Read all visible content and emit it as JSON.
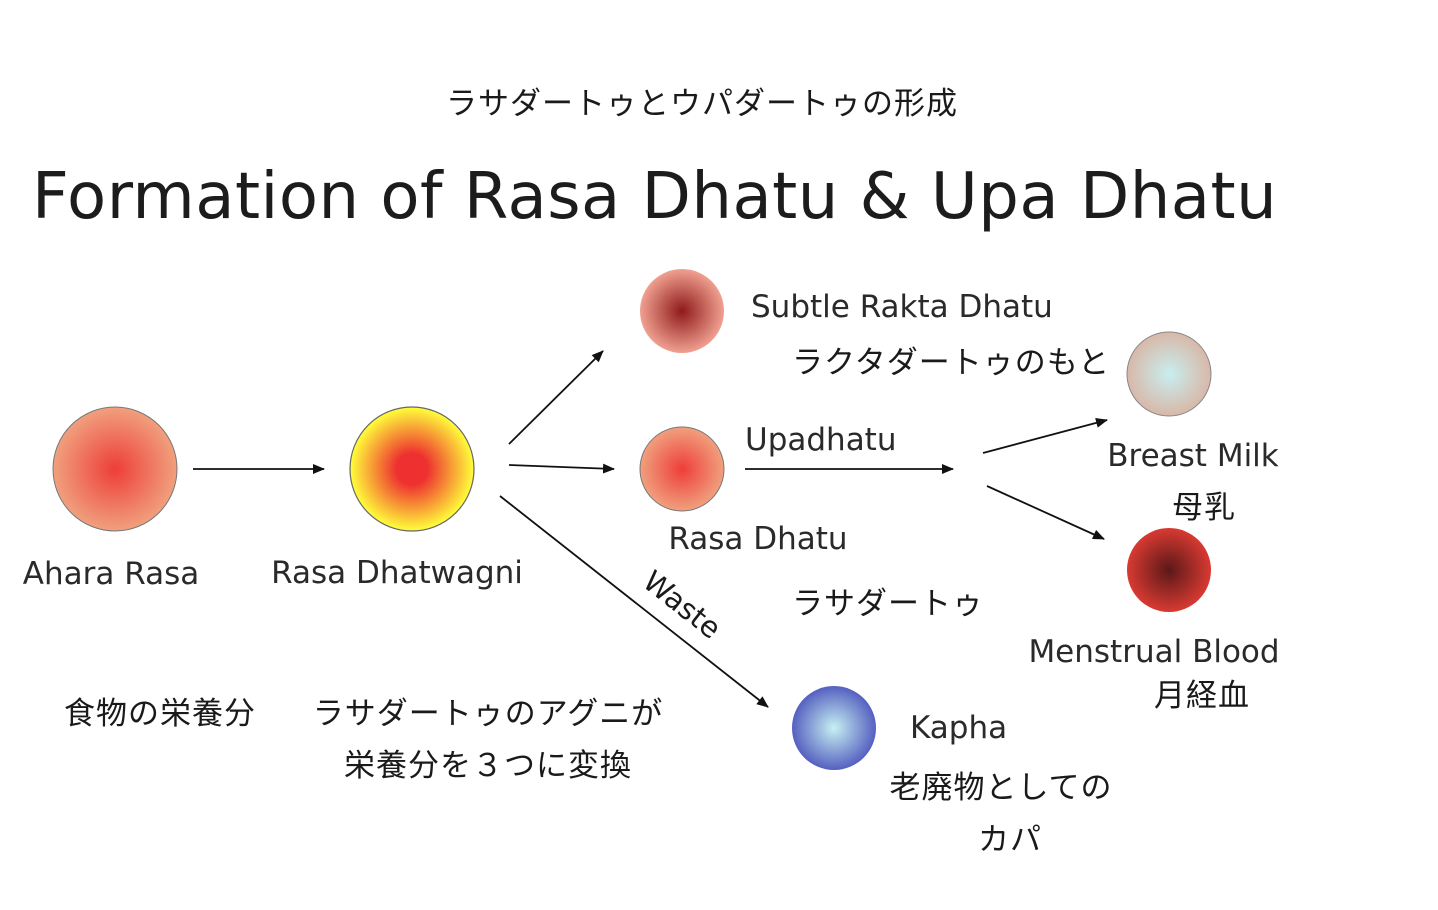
{
  "subtitle_jp": "ラサダートゥとウパダートゥの形成",
  "title": "Formation of Rasa Dhatu & Upa Dhatu",
  "nodes": {
    "ahara_rasa": {
      "label": "Ahara Rasa",
      "jp": "食物の栄養分",
      "color_center": "#ee3e38",
      "color_edge": "#f0a07e"
    },
    "rasa_dhatwagni": {
      "label": "Rasa Dhatwagni",
      "jp_line1": "ラサダートゥのアグニが",
      "jp_line2": "栄養分を３つに変換",
      "color_center": "#ee3030",
      "color_edge": "#ffff3a"
    },
    "subtle_rakta": {
      "label": "Subtle Rakta Dhatu",
      "jp": "ラクタダートゥのもと",
      "color_center": "#8f1a1a",
      "color_edge": "#f0a090"
    },
    "rasa_dhatu": {
      "label": "Rasa Dhatu",
      "jp": "ラサダートゥ",
      "color_center": "#ee3e38",
      "color_edge": "#f0a07e"
    },
    "kapha": {
      "label": "Kapha",
      "jp_line1": "老廃物としての",
      "jp_line2": "カパ",
      "color_center": "#c7f0f2",
      "color_edge": "#5560c0"
    },
    "breast_milk": {
      "label": "Breast Milk",
      "jp": "母乳",
      "color_center": "#c8eef0",
      "color_edge": "#d8b8a8"
    },
    "menstrual_blood": {
      "label": "Menstrual Blood",
      "jp": "月経血",
      "color_center": "#5a1818",
      "color_edge": "#d83a32"
    }
  },
  "edge_labels": {
    "upadhatu": "Upadhatu",
    "waste": "Waste"
  }
}
